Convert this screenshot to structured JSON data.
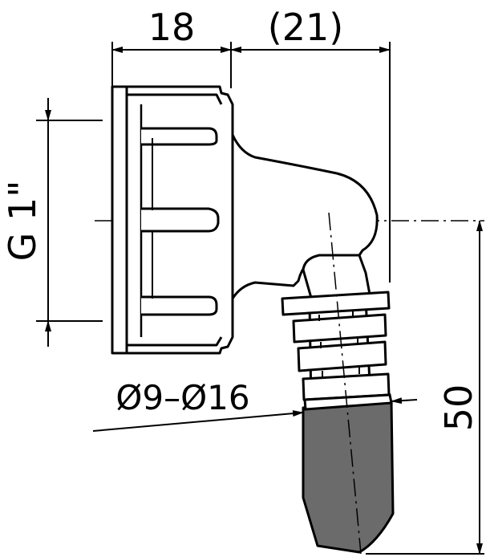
{
  "drawing": {
    "dimensions": {
      "nut_width": "18",
      "offset": "(21)",
      "thread": "G 1\"",
      "hose_diameter": "Ø9–Ø16",
      "height": "50"
    },
    "colors": {
      "line": "#000000",
      "hose": "#6b6b6b",
      "background": "#ffffff"
    }
  }
}
